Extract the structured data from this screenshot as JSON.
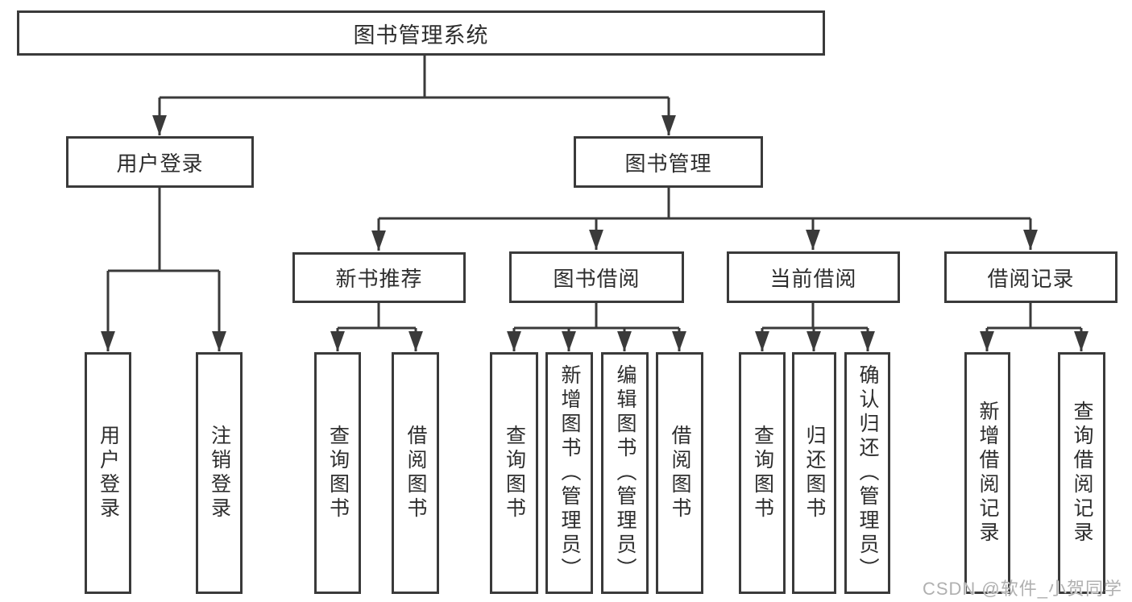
{
  "nodes": {
    "root": {
      "label": "图书管理系统"
    },
    "level2": {
      "user_login": {
        "label": "用户登录"
      },
      "book_mgmt": {
        "label": "图书管理"
      }
    },
    "level3": {
      "new_book_recommend": {
        "label": "新书推荐"
      },
      "book_borrow": {
        "label": "图书借阅"
      },
      "current_borrow": {
        "label": "当前借阅"
      },
      "borrow_records": {
        "label": "借阅记录"
      }
    },
    "leaves": {
      "login": {
        "label": "用户登录"
      },
      "logout": {
        "label": "注销登录"
      },
      "nb_search_book": {
        "label": "查询图书"
      },
      "nb_borrow_book": {
        "label": "借阅图书"
      },
      "bb_search_book": {
        "label": "查询图书"
      },
      "bb_add_book_admin": {
        "label": "新增图书（管理员）"
      },
      "bb_edit_book_admin": {
        "label": "编辑图书（管理员）"
      },
      "bb_borrow_book": {
        "label": "借阅图书"
      },
      "cb_search_book": {
        "label": "查询图书"
      },
      "cb_return_book": {
        "label": "归还图书"
      },
      "cb_confirm_return_admin": {
        "label": "确认归还（管理员）"
      },
      "hr_add_record": {
        "label": "新增借阅记录"
      },
      "hr_search_record": {
        "label": "查询借阅记录"
      }
    },
    "hierarchy": {
      "图书管理系统": {
        "用户登录": [
          "用户登录",
          "注销登录"
        ],
        "图书管理": {
          "新书推荐": [
            "查询图书",
            "借阅图书"
          ],
          "图书借阅": [
            "查询图书",
            "新增图书（管理员）",
            "编辑图书（管理员）",
            "借阅图书"
          ],
          "当前借阅": [
            "查询图书",
            "归还图书",
            "确认归还（管理员）"
          ],
          "借阅记录": [
            "新增借阅记录",
            "查询借阅记录"
          ]
        }
      }
    }
  },
  "watermark": {
    "text": "CSDN @软件_小贺同学"
  },
  "colors": {
    "line": "#3a3a3a",
    "border": "#3a3a3a",
    "text": "#2d2d2d",
    "watermark": "#b0b0b0",
    "background": "#ffffff"
  }
}
